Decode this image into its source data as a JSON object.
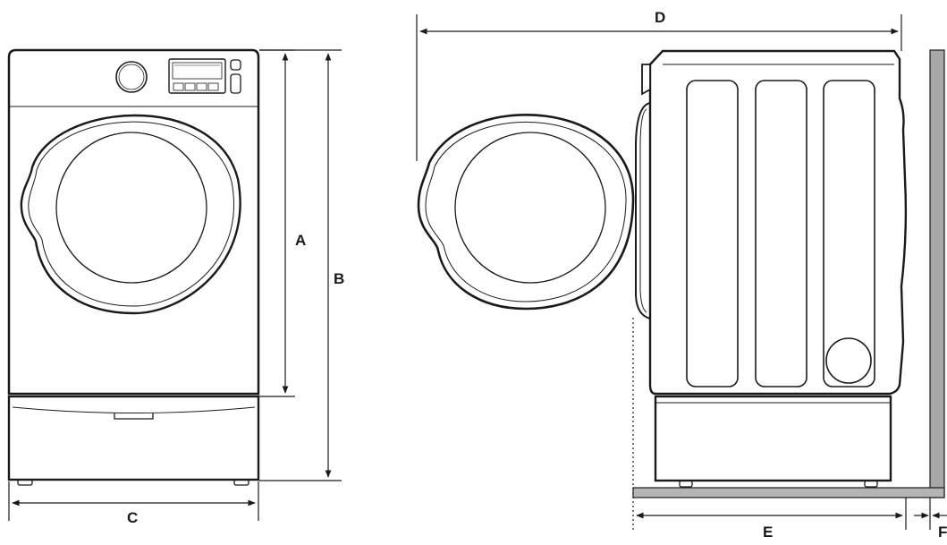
{
  "labels": {
    "a": "A",
    "b": "B",
    "c": "C",
    "d": "D",
    "e": "E",
    "f": "F"
  },
  "colors": {
    "stroke": "#1a1a1a",
    "wall_fill": "#a8a8a8",
    "floor_fill": "#b4b4b4",
    "background": "#ffffff"
  }
}
